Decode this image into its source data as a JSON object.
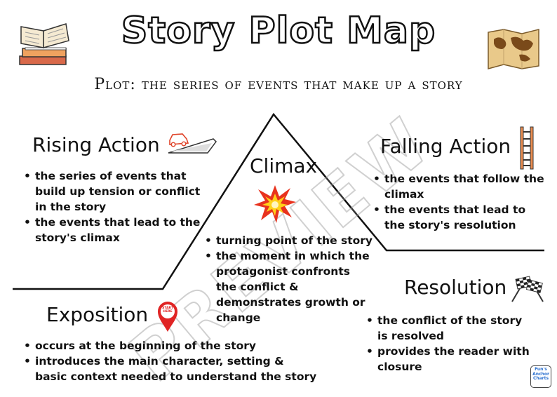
{
  "title": "Story Plot Map",
  "subtitle": "Plot: the series of events that make up a story",
  "rising_action": {
    "heading": "Rising Action",
    "bullets": [
      "the series of events that build up tension or conflict in the story",
      "the events that lead to the story's climax"
    ]
  },
  "climax": {
    "heading": "Climax",
    "bullets": [
      "turning point of the story",
      "the moment in which the protagonist confronts the conflict & demonstrates growth or change"
    ]
  },
  "falling_action": {
    "heading": "Falling Action",
    "bullets": [
      "the events that follow the climax",
      "the events that lead to the story's resolution"
    ]
  },
  "exposition": {
    "heading": "Exposition",
    "bullets": [
      "occurs at the beginning of the story",
      "introduces the main character, setting & basic context needed to understand the story"
    ]
  },
  "resolution": {
    "heading": "Resolution",
    "bullets": [
      "the conflict of the story is resolved",
      "provides the reader with closure"
    ]
  },
  "map_pin_text": "START HERE",
  "watermark": "PREVIEW",
  "logo_text": "Fun's Anchor Charts",
  "colors": {
    "pin_red": "#e02424",
    "burst_red": "#e8321e",
    "burst_yellow": "#ffd21a",
    "map_tan": "#e9c98a",
    "book_orange": "#e88b4f"
  },
  "icons": [
    "open-book-icon",
    "treasure-map-icon",
    "car-uphill-icon",
    "ladder-icon",
    "explosion-icon",
    "map-pin-icon",
    "checkered-flags-icon"
  ]
}
